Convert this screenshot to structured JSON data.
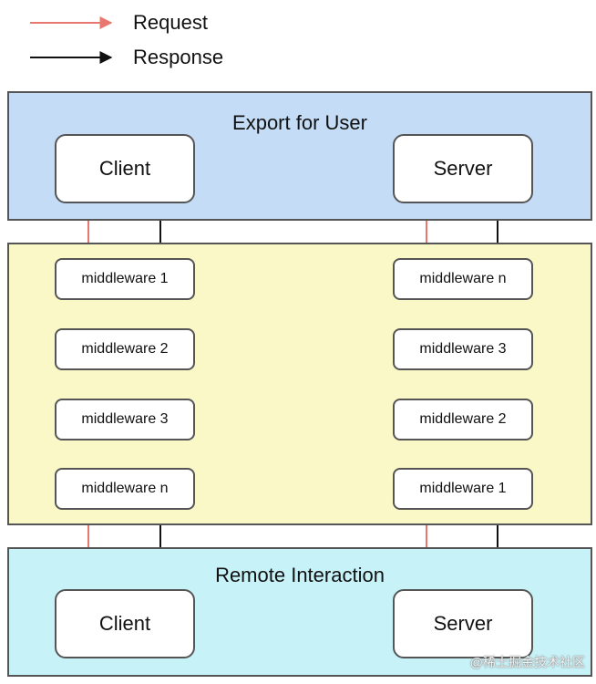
{
  "legend": {
    "request_label": "Request",
    "response_label": "Response",
    "request_color": "#e8776f",
    "response_color": "#111111"
  },
  "top_band": {
    "title": "Export for User",
    "client_label": "Client",
    "server_label": "Server",
    "color": "#c4dcf5"
  },
  "middle_band": {
    "color": "#fbf8c8",
    "client_side": [
      "middleware 1",
      "middleware 2",
      "middleware 3",
      "middleware n"
    ],
    "server_side": [
      "middleware n",
      "middleware 3",
      "middleware 2",
      "middleware 1"
    ]
  },
  "bottom_band": {
    "title": "Remote Interaction",
    "client_label": "Client",
    "server_label": "Server",
    "color": "#c6f2f8"
  },
  "watermark": "@稀土掘金技术社区"
}
